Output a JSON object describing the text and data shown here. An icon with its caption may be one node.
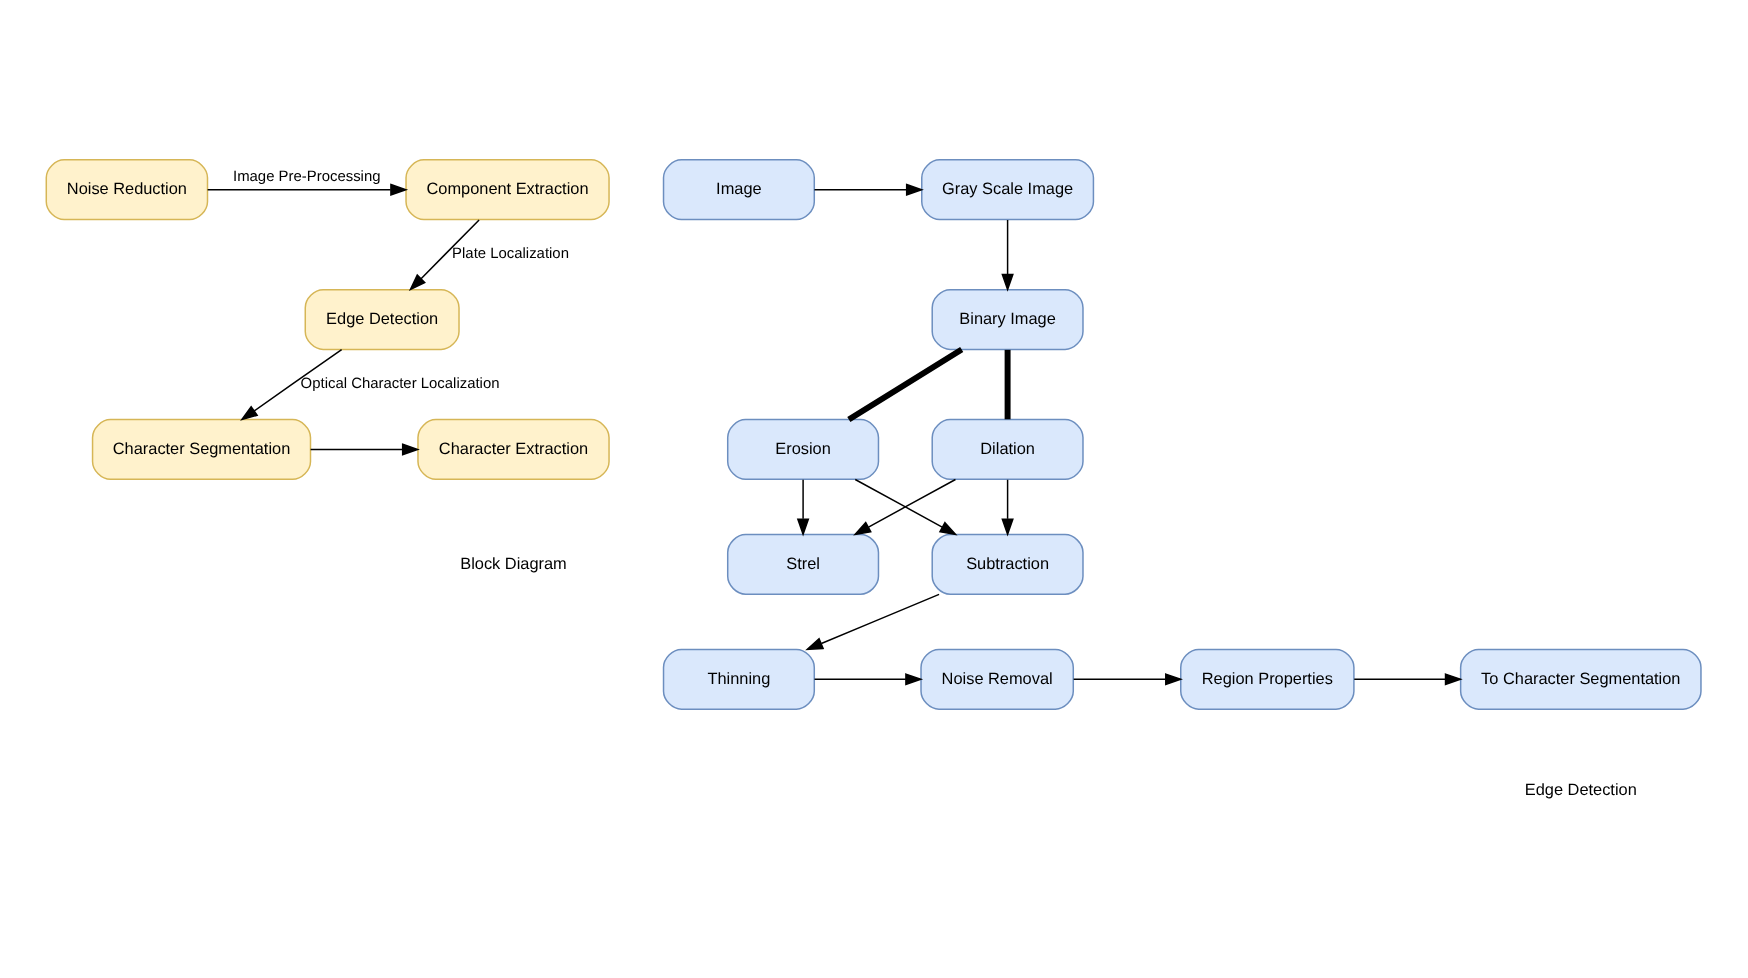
{
  "diagram": {
    "nodes": [
      {
        "text": [
          "Noise Reduction"
        ]
      },
      {
        "text": [
          "Component Extraction"
        ]
      },
      {
        "text": [
          "Edge Detection"
        ]
      },
      {
        "text": [
          "Character Segmentation"
        ]
      },
      {
        "text": [
          "Character Extraction"
        ]
      },
      {
        "text": [
          "Image"
        ]
      },
      {
        "text": [
          "Gray Scale Image"
        ]
      },
      {
        "text": [
          "Binary Image"
        ]
      },
      {
        "text": [
          "Erosion"
        ]
      },
      {
        "text": [
          "Dilation"
        ]
      },
      {
        "text": [
          "Strel"
        ]
      },
      {
        "text": [
          "Subtraction"
        ]
      },
      {
        "text": [
          "Thinning"
        ]
      },
      {
        "text": [
          "Noise Removal"
        ]
      },
      {
        "text": [
          "Region Properties"
        ]
      },
      {
        "text": [
          "To Character Segmentation"
        ]
      }
    ],
    "edges": [
      {
        "from": 0,
        "to": 1,
        "arrow": "to",
        "label": "Image Pre-Processing"
      },
      {
        "from": 1,
        "to": 2,
        "arrow": "to",
        "label": "Plate Localization"
      },
      {
        "from": 2,
        "to": 3,
        "arrow": "to",
        "label": "Optical Character Localization"
      },
      {
        "from": 3,
        "to": 4,
        "arrow": "to"
      },
      {
        "from": 5,
        "to": 6,
        "arrow": "to"
      },
      {
        "from": 6,
        "to": 7,
        "arrow": "to"
      },
      {
        "from": 7,
        "to": 8,
        "arrow": "none",
        "style": "thick"
      },
      {
        "from": 7,
        "to": 9,
        "arrow": "none",
        "style": "thick"
      },
      {
        "from": 8,
        "to": 10,
        "arrow": "to"
      },
      {
        "from": 9,
        "to": 10,
        "arrow": "to"
      },
      {
        "from": 8,
        "to": 11,
        "arrow": "to"
      },
      {
        "from": 9,
        "to": 11,
        "arrow": "to"
      },
      {
        "from": 11,
        "to": 12,
        "arrow": "to"
      },
      {
        "from": 12,
        "to": 13,
        "arrow": "to"
      },
      {
        "from": 13,
        "to": 14,
        "arrow": "to"
      },
      {
        "from": 14,
        "to": 15,
        "arrow": "to"
      }
    ],
    "labels": [
      "Block Diagram",
      "Edge Detection"
    ]
  }
}
